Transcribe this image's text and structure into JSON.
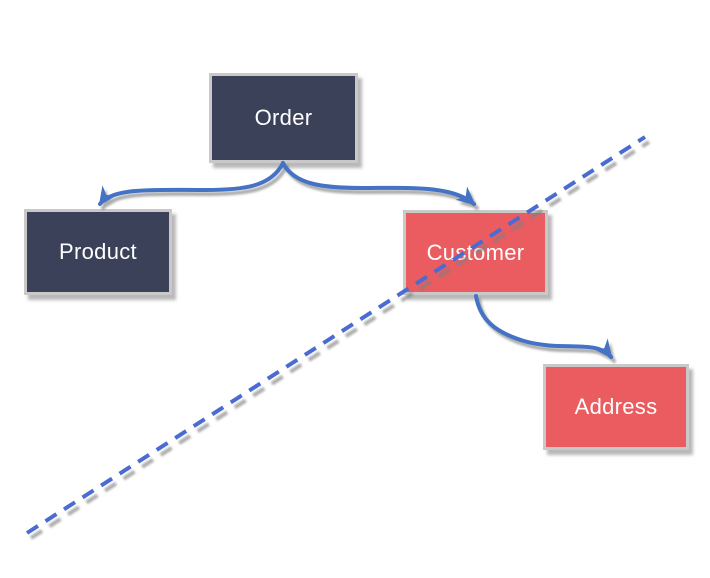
{
  "diagram": {
    "background": "#ffffff",
    "nodes": [
      {
        "id": "order",
        "label": "Order",
        "fill": "#3a4159",
        "text_color": "#ffffff"
      },
      {
        "id": "product",
        "label": "Product",
        "fill": "#3a4159",
        "text_color": "#ffffff"
      },
      {
        "id": "customer",
        "label": "Customer",
        "fill": "#ea5c5f",
        "text_color": "#ffffff"
      },
      {
        "id": "address",
        "label": "Address",
        "fill": "#ea5c5f",
        "text_color": "#ffffff"
      }
    ],
    "edges": [
      {
        "from": "Order",
        "to": "Product",
        "type": "curved-arrow"
      },
      {
        "from": "Order",
        "to": "Customer",
        "type": "curved-arrow"
      },
      {
        "from": "Customer",
        "to": "Address",
        "type": "curved-arrow"
      }
    ],
    "dashed_line": {
      "type": "dashed-diagonal",
      "direction": "bottom-left to top-right"
    },
    "colors": {
      "connector": "#4472c4",
      "dashed_line": "#4a6bd1",
      "node_border": "#c9c9c9",
      "dark_node": "#3a4159",
      "red_node": "#ea5c5f",
      "shadow": "#808080"
    }
  }
}
